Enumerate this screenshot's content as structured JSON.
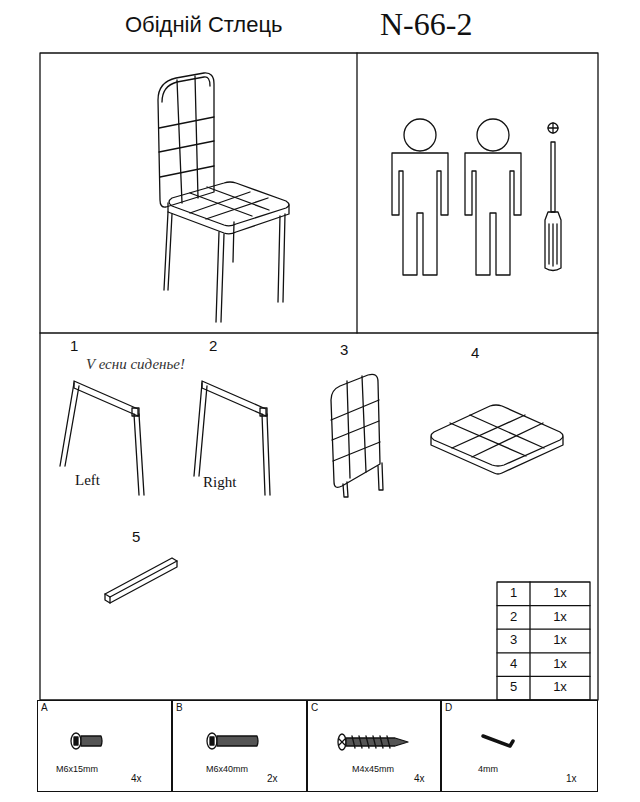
{
  "diagram": {
    "title": "Обідній Стлець",
    "nodes": [
      {
        "text": [
          "A",
          "M6x15mm",
          "4x"
        ]
      },
      {
        "text": [
          "B",
          "M6x40mm",
          "2x"
        ]
      },
      {
        "text": [
          "C",
          "M4x45mm",
          "4x"
        ]
      },
      {
        "text": [
          "D",
          "4mm",
          "1x"
        ]
      }
    ],
    "labels": [
      "N-66-2",
      "1",
      "2",
      "3",
      "4",
      "5",
      "Left",
      "Right",
      "V есни сиденье!",
      "1",
      "1x",
      "2",
      "1x",
      "3",
      "1x",
      "4",
      "1x",
      "5",
      "1x"
    ]
  }
}
